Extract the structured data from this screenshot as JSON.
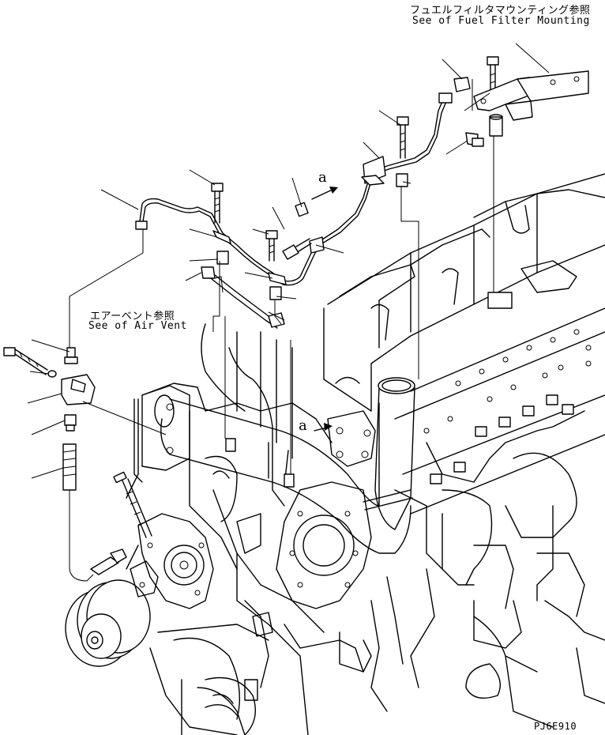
{
  "diagram": {
    "callouts": {
      "fuel_filter_jp": "フュエルフィルタマウンティング参照",
      "fuel_filter_en": "See of Fuel Filter Mounting",
      "air_vent_jp": "エアーベント参照",
      "air_vent_en": "See of Air Vent"
    },
    "view_marks": [
      "a",
      "a"
    ],
    "drawing_code": "PJ6E910"
  }
}
